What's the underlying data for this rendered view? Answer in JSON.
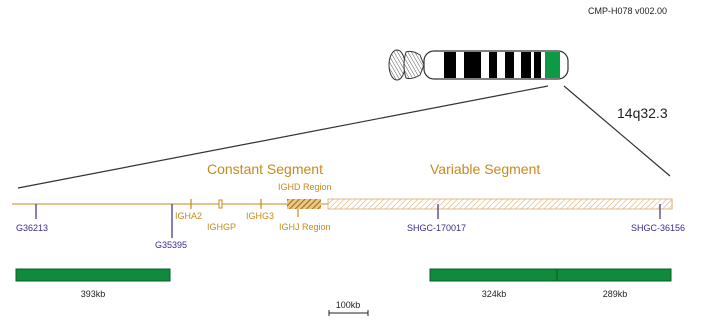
{
  "version_label": "CMP-H078 v002.00",
  "band_label": "14q32.3",
  "segments": {
    "constant": "Constant Segment",
    "variable": "Variable Segment"
  },
  "genes": {
    "igha2": "IGHA2",
    "ighgp": "IGHGP",
    "ighg3": "IGHG3",
    "ighd_region": "IGHD Region",
    "ighj_region": "IGHJ Region"
  },
  "markers": {
    "g36213": "G36213",
    "g35395": "G35395",
    "shgc170017": "SHGC-170017",
    "shgc36156": "SHGC-36156"
  },
  "probes": {
    "p1": "393kb",
    "p2": "324kb",
    "p3": "289kb"
  },
  "scale_label": "100kb",
  "colors": {
    "gene_orange": "#c8891c",
    "marker_purple": "#3a2a8c",
    "probe_green": "#108a3c",
    "chromosome_highlight": "#0e9a45"
  }
}
